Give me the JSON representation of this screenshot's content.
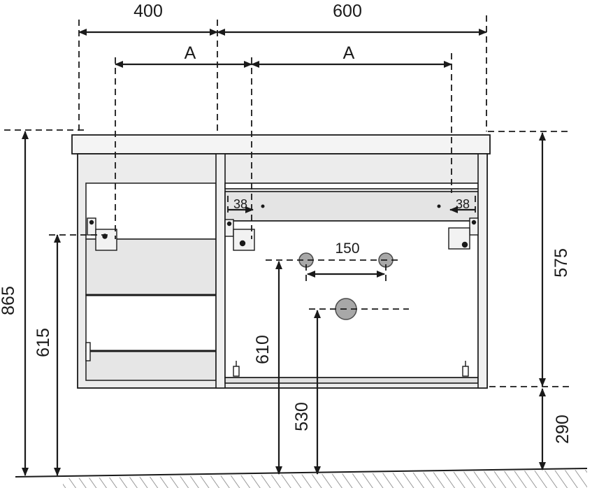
{
  "dimensions": {
    "top_left_width": "400",
    "top_right_width": "600",
    "a_left": "A",
    "a_right": "A",
    "left_overall_height": "865",
    "left_inner_height": "615",
    "right_body_height": "575",
    "right_bottom_height": "290",
    "inset_left": "38",
    "inset_right": "38",
    "pipe_spacing": "150",
    "pipe_upper_height": "610",
    "pipe_lower_height": "530"
  },
  "colors": {
    "line": "#1a1a1a",
    "panel_fill": "#e4e4e4",
    "countertop_fill": "#f4f4f4",
    "pipe_fill": "#a8a8a8"
  }
}
